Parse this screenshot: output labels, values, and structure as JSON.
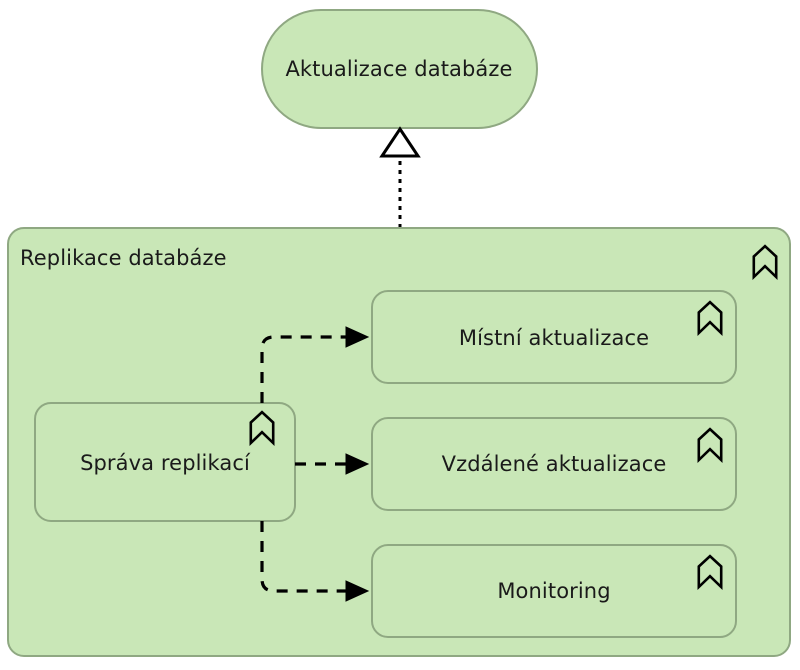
{
  "diagram": {
    "type": "archimate-application-layer",
    "title_visible": false,
    "colors": {
      "node_fill": "#c9e7b7",
      "node_stroke": "#8fa882",
      "text": "#1a1a1a",
      "connector": "#000000",
      "canvas": "#ffffff"
    }
  },
  "service_node": {
    "label": "Aktualizace databáze",
    "shape": "rounded-pill",
    "icon": "none"
  },
  "container": {
    "label": "Replikace databáze",
    "icon": "application-function-chevron-icon",
    "children": [
      {
        "id": "sprava",
        "label": "Správa replikací",
        "icon": "application-function-chevron-icon"
      },
      {
        "id": "mistni",
        "label": "Místní aktualizace",
        "icon": "application-function-chevron-icon"
      },
      {
        "id": "vzdalene",
        "label": "Vzdálené aktualizace",
        "icon": "application-function-chevron-icon"
      },
      {
        "id": "monitoring",
        "label": "Monitoring",
        "icon": "application-function-chevron-icon"
      }
    ]
  },
  "relationships": [
    {
      "id": "realization",
      "type": "realization",
      "style": "dotted",
      "arrowhead": "hollow-triangle",
      "from": "Replikace databáze",
      "to": "Aktualizace databáze"
    },
    {
      "id": "flow-mistni",
      "type": "flow",
      "style": "dashed",
      "arrowhead": "filled-triangle",
      "from": "Správa replikací",
      "to": "Místní aktualizace"
    },
    {
      "id": "flow-vzdalene",
      "type": "flow",
      "style": "dashed",
      "arrowhead": "filled-triangle",
      "from": "Správa replikací",
      "to": "Vzdálené aktualizace"
    },
    {
      "id": "flow-monitoring",
      "type": "flow",
      "style": "dashed",
      "arrowhead": "filled-triangle",
      "from": "Správa replikací",
      "to": "Monitoring"
    }
  ]
}
